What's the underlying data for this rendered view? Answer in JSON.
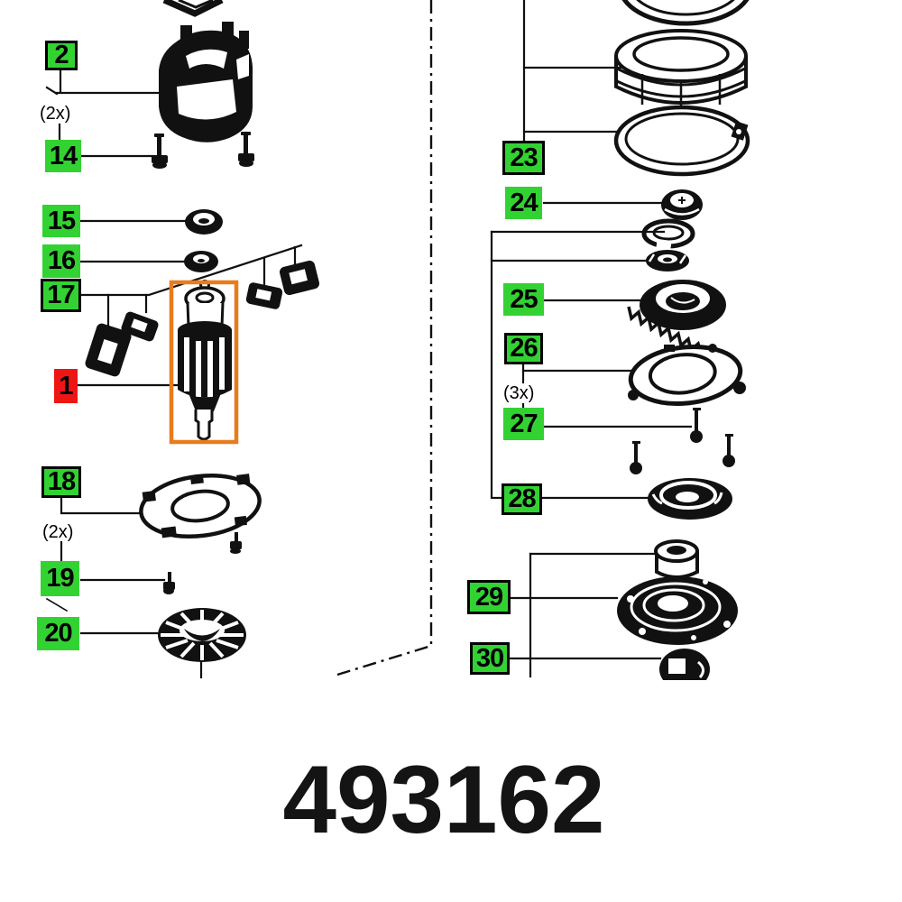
{
  "diagram": {
    "part_number": "493162",
    "colors": {
      "label_green": "#33d233",
      "label_red": "#ee1515",
      "highlight_orange": "#e87c1b",
      "ink": "#101010"
    },
    "labels": [
      {
        "id": "2",
        "text": "2"
      },
      {
        "id": "14",
        "text": "14"
      },
      {
        "id": "15",
        "text": "15"
      },
      {
        "id": "16",
        "text": "16"
      },
      {
        "id": "17",
        "text": "17"
      },
      {
        "id": "1",
        "text": "1"
      },
      {
        "id": "18",
        "text": "18"
      },
      {
        "id": "19",
        "text": "19"
      },
      {
        "id": "20",
        "text": "20"
      },
      {
        "id": "23",
        "text": "23"
      },
      {
        "id": "24",
        "text": "24"
      },
      {
        "id": "25",
        "text": "25"
      },
      {
        "id": "26",
        "text": "26"
      },
      {
        "id": "27",
        "text": "27"
      },
      {
        "id": "28",
        "text": "28"
      },
      {
        "id": "29",
        "text": "29"
      },
      {
        "id": "30",
        "text": "30"
      }
    ],
    "annotations": [
      {
        "id": "qty-2x-top",
        "text": "(2x)"
      },
      {
        "id": "qty-2x-bottom",
        "text": "(2x)"
      },
      {
        "id": "qty-3x",
        "text": "(3x)"
      }
    ]
  }
}
